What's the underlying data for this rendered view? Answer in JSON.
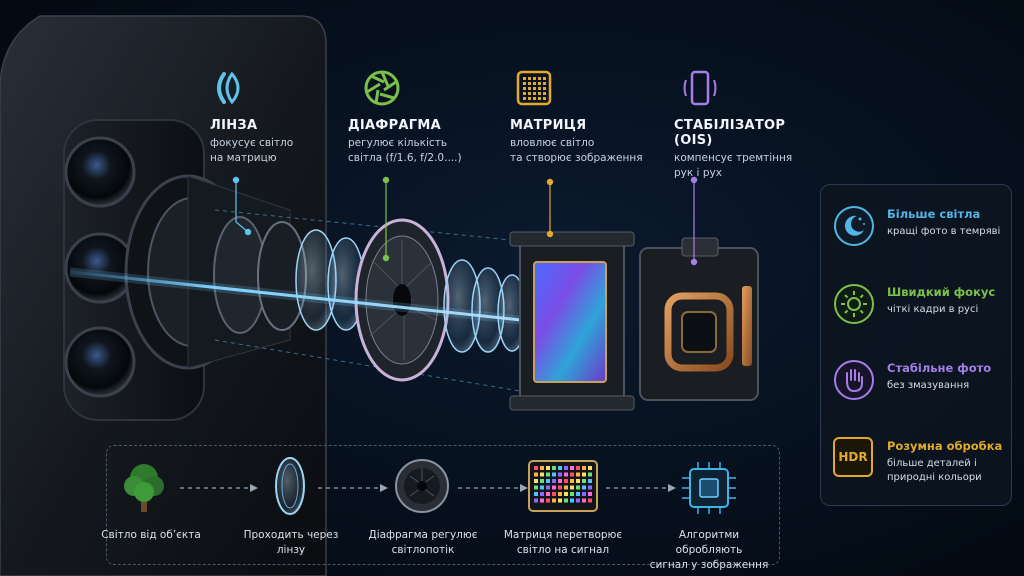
{
  "components": [
    {
      "id": "lens",
      "title": "ЛІНЗА",
      "desc": [
        "фокусує світло",
        "на матрицю"
      ],
      "icon": "lens-icon",
      "color": "#5fc3e8"
    },
    {
      "id": "aperture",
      "title": "ДІАФРАГМА",
      "desc": [
        "регулює кількість",
        "світла (f/1.6, f/2.0....)"
      ],
      "icon": "aperture-icon",
      "color": "#7cc04a"
    },
    {
      "id": "sensor",
      "title": "МАТРИЦЯ",
      "desc": [
        "вловлює світло",
        "та створює зображення"
      ],
      "icon": "sensor-chip-icon",
      "color": "#e3a92c"
    },
    {
      "id": "ois",
      "title": "СТАБІЛІЗАТОР (OIS)",
      "desc": [
        "компенсує тремтіння",
        "рук і рух"
      ],
      "icon": "phone-shake-icon",
      "color": "#a57ee8"
    }
  ],
  "features": [
    {
      "title": "Більше світла",
      "desc": "кращі фото в темряві",
      "icon": "moon-stars-icon",
      "color": "#4fb6e6"
    },
    {
      "title": "Швидкий фокус",
      "desc": "чіткі кадри в русі",
      "icon": "sun-focus-icon",
      "color": "#7cc04a"
    },
    {
      "title": "Стабільне фото",
      "desc": "без змазування",
      "icon": "hand-icon",
      "color": "#a57ee8"
    },
    {
      "title": "Розумна обробка",
      "desc": "більше деталей і природні кольори",
      "icon": "hdr-icon",
      "icon_text": "HDR",
      "color": "#e3a92c"
    }
  ],
  "steps": [
    {
      "label": [
        "Світло від об’єкта"
      ],
      "icon": "tree-icon"
    },
    {
      "label": [
        "Проходить через",
        "лінзу"
      ],
      "icon": "lens-element-icon"
    },
    {
      "label": [
        "Діафрагма регулює",
        "світлопотік"
      ],
      "icon": "aperture-ring-icon"
    },
    {
      "label": [
        "Матриця перетворює",
        "світло на сигнал"
      ],
      "icon": "sensor-grid-icon"
    },
    {
      "label": [
        "Алгоритми обробляють",
        "сигнал у зображення"
      ],
      "icon": "processor-chip-icon"
    }
  ]
}
